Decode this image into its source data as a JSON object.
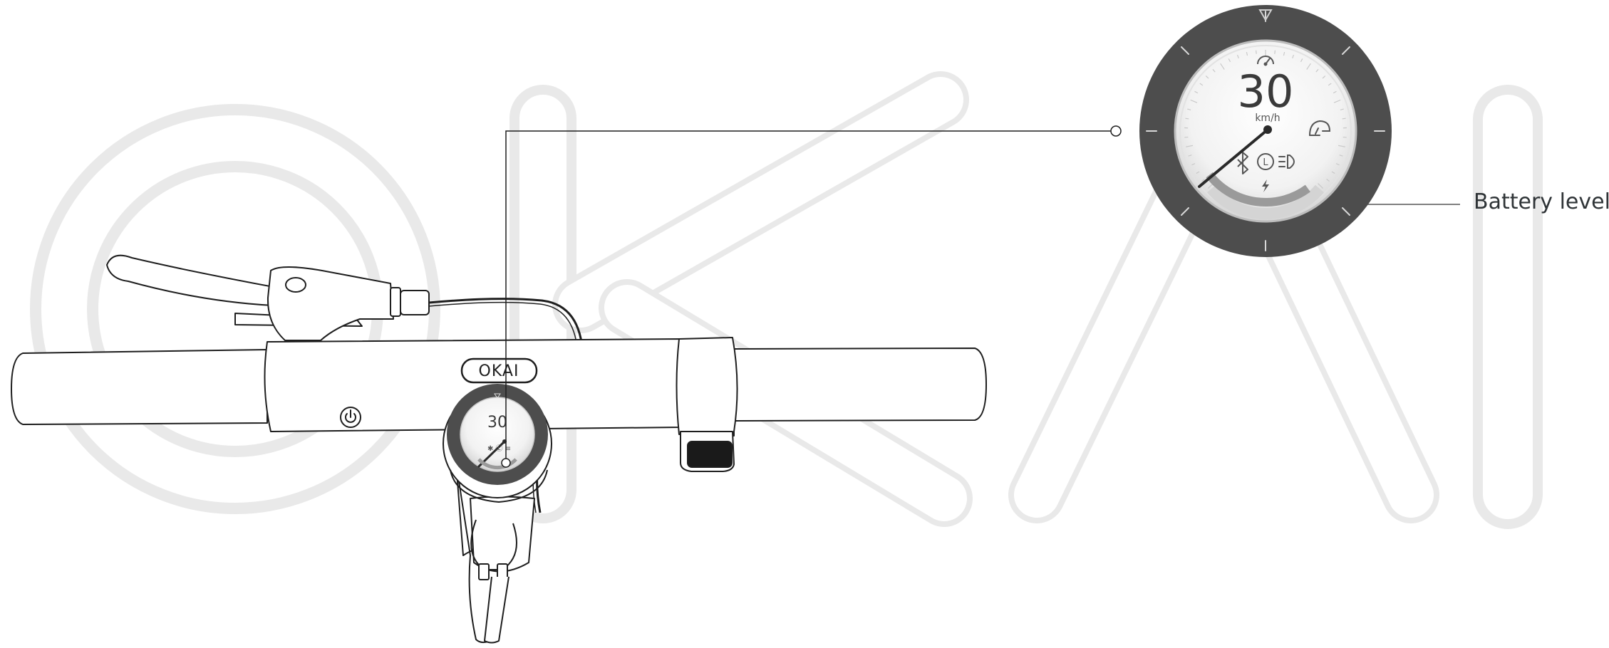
{
  "brand": {
    "logo_text": "OKAI",
    "watermark_text": "OKAI"
  },
  "display": {
    "speed": "30",
    "unit": "km/h",
    "battery_level": 0.85
  },
  "callout": {
    "battery_label": "Battery level"
  },
  "icons": [
    "speedometer-icon",
    "bluetooth-icon",
    "lock-icon",
    "headlight-icon",
    "helmet-icon",
    "lightning-icon",
    "power-icon"
  ],
  "colors": {
    "bezel": "#4d4d4d",
    "line": "#1e1e1e",
    "battery_fill": "#9a9a9a",
    "watermark": "#e8e8e8"
  }
}
